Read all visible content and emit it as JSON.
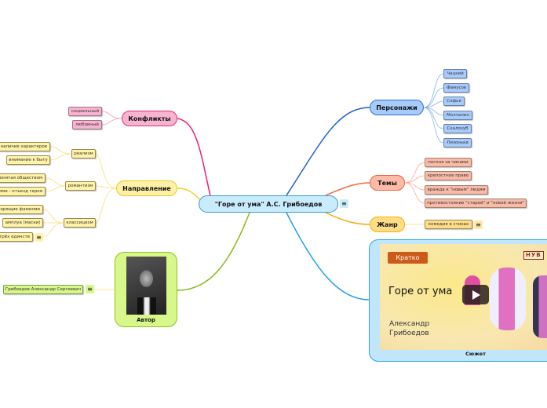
{
  "central": {
    "label": "\"Горе от ума\" А.С. Грибоедов"
  },
  "conflicts": {
    "label": "Конфликты",
    "items": [
      "социальный",
      "любовный"
    ]
  },
  "direction": {
    "label": "Направление",
    "realism": {
      "label": "реализм",
      "items": [
        "наличие характеров",
        "внимание к быту"
      ]
    },
    "romanticism": {
      "label": "романтизм",
      "items": [
        "понятая обществом",
        "ими - отъезд героя"
      ]
    },
    "classicism": {
      "label": "классицизм",
      "items": [
        "ворящие фамилии",
        "амплуа (маски)",
        "трёх единств"
      ]
    }
  },
  "author": {
    "label": "Автор",
    "child": "Грибоедов Александр Сергеевич"
  },
  "characters": {
    "label": "Персонажи",
    "items": [
      "Чацкий",
      "Фамусов",
      "Софья",
      "Молчалин",
      "Скалозуб",
      "Лизонька"
    ]
  },
  "themes": {
    "label": "Темы",
    "items": [
      "погоня за чинами",
      "крепостное право",
      "вражда к \"новым\" людям",
      "противостояние \"старой\" и \"новой жизни\""
    ]
  },
  "genre": {
    "label": "Жанр",
    "items": [
      "комедия в стихах"
    ]
  },
  "video": {
    "badge": "Кратко",
    "title": "Горе от ума",
    "author_line1": "Александр",
    "author_line2": "Грибоедов",
    "brand": "НУВ",
    "caption": "Сюжет"
  },
  "menu_icon": "≡",
  "colors": {
    "conflicts": "#e8207a",
    "direction": "#f0d020",
    "author": "#8ab81a",
    "characters": "#1a5fd0",
    "themes": "#f06a40",
    "genre": "#f7a800",
    "video": "#1ea0e8"
  }
}
